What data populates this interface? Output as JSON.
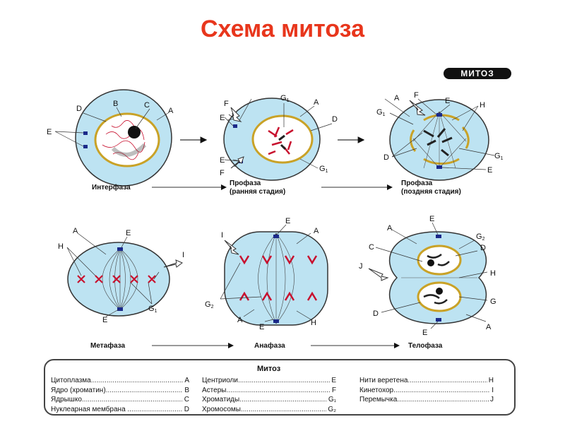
{
  "title": "Схема митоза",
  "badge": "МИТОЗ",
  "stages": {
    "interphase": "Интерфаза",
    "prophase_early_1": "Профаза",
    "prophase_early_2": "(ранняя стадия)",
    "prophase_late_1": "Профаза",
    "prophase_late_2": "(поздняя стадия)",
    "metaphase": "Метафаза",
    "anaphase": "Анафаза",
    "telophase": "Телофаза"
  },
  "labels": {
    "A": "A",
    "B": "B",
    "C": "C",
    "D": "D",
    "E": "E",
    "F": "F",
    "G1": "G",
    "G2": "G",
    "H": "H",
    "I": "I",
    "J": "J",
    "sub1": "1",
    "sub2": "2"
  },
  "legend": {
    "title": "Митоз",
    "col1": [
      {
        "text": "Цитоплазма",
        "key": "A"
      },
      {
        "text": "Ядро (хроматин)",
        "key": "B"
      },
      {
        "text": "Ядрышко",
        "key": "C"
      },
      {
        "text": "Нуклеарная мембрана ..",
        "key": "D"
      }
    ],
    "col2": [
      {
        "text": "Центриоли",
        "key": "E"
      },
      {
        "text": "Астеры",
        "key": "F"
      },
      {
        "text": "Хроматиды",
        "key": "G₁"
      },
      {
        "text": "Хромосомы",
        "key": "G₂"
      }
    ],
    "col3": [
      {
        "text": "Нити веретена",
        "key": "H"
      },
      {
        "text": "Кинетохор",
        "key": "I"
      },
      {
        "text": "Перемычка",
        "key": "J"
      }
    ]
  },
  "colors": {
    "cell_fill": "#bde3f2",
    "cell_stroke": "#333333",
    "chromatin": "#c8102e",
    "nuclear_membrane": "#c9a227",
    "centriole": "#1b2a8a",
    "title": "#e8361c"
  }
}
